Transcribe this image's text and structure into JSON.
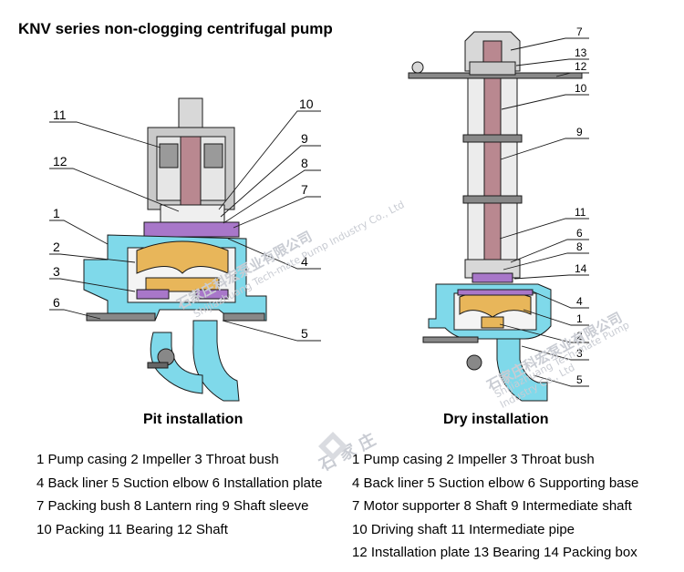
{
  "title": "KNV series non-clogging centrifugal pump",
  "pit": {
    "caption": "Pit installation",
    "callouts": [
      "11",
      "12",
      "1",
      "2",
      "3",
      "6",
      "10",
      "9",
      "8",
      "7",
      "4",
      "5"
    ],
    "legend": [
      "1 Pump casing   2 Impeller  3 Throat bush",
      "4 Back liner   5  Suction elbow  6 Installation plate",
      "7 Packing bush  8 Lantern ring  9 Shaft sleeve",
      "10 Packing   11 Bearing   12 Shaft"
    ]
  },
  "dry": {
    "caption": "Dry installation",
    "callouts": [
      "7",
      "13",
      "12",
      "10",
      "9",
      "11",
      "6",
      "8",
      "14",
      "4",
      "1",
      "2",
      "3",
      "5"
    ],
    "legend": [
      "1 Pump casing  2 Impeller  3 Throat bush",
      "4 Back liner 5 Suction elbow  6 Supporting base",
      "7 Motor supporter  8 Shaft  9 Intermediate shaft",
      "10 Driving shaft  11 Intermediate pipe",
      "12 Installation plate 13 Bearing 14 Packing box"
    ]
  },
  "watermark": {
    "company_cn": "石家庄科宏泵业有限公司",
    "company_en": "Shijiazhuang Tech-mate Pump Industry Co., Ltd",
    "logo_text": "石 家 庄"
  },
  "colors": {
    "casing": "#7fd9ea",
    "impeller": "#e8b65a",
    "liner": "#a877c9",
    "motor": "#c9c9c9",
    "shaft": "#b98890",
    "line": "#1a1a1a"
  }
}
